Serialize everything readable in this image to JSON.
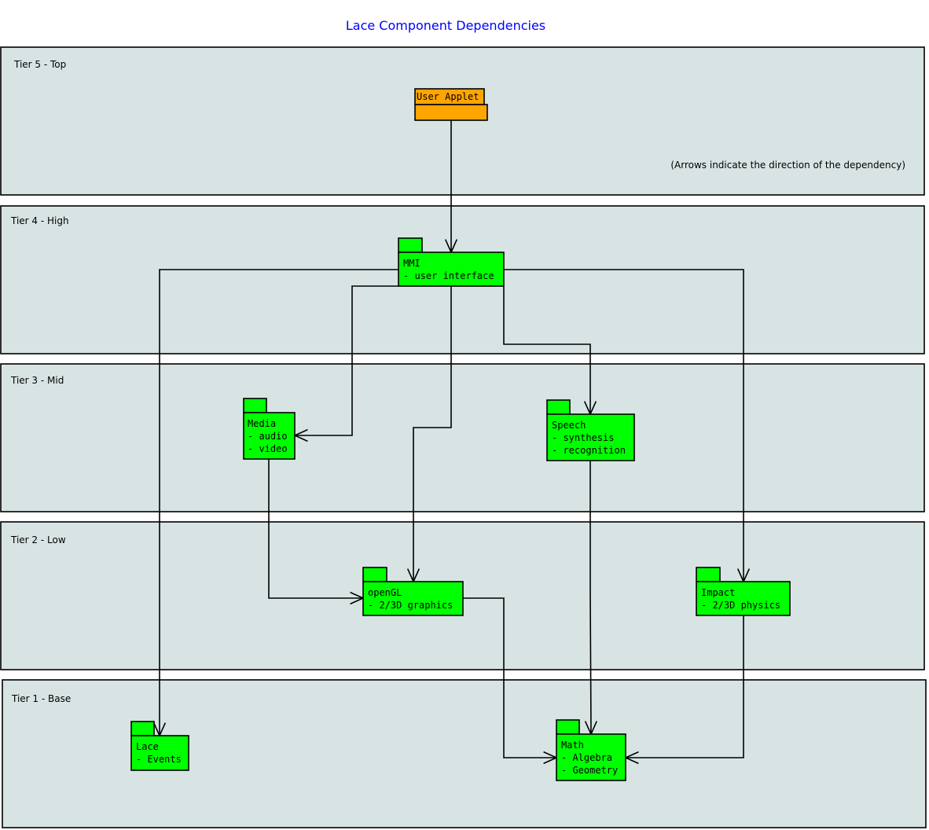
{
  "title": "Lace Component Dependencies",
  "note": "(Arrows indicate the direction of the dependency)",
  "tiers": [
    {
      "label": "Tier 5 - Top"
    },
    {
      "label": "Tier 4 - High"
    },
    {
      "label": "Tier 3 - Mid"
    },
    {
      "label": "Tier 2 - Low"
    },
    {
      "label": "Tier 1 - Base"
    }
  ],
  "packages": {
    "user_applet": {
      "lines": [
        "User Applet"
      ],
      "color": "#ffa500"
    },
    "mmi": {
      "lines": [
        "MMI",
        "- user interface"
      ],
      "color": "#00ff00"
    },
    "media": {
      "lines": [
        "Media",
        "- audio",
        "- video"
      ],
      "color": "#00ff00"
    },
    "speech": {
      "lines": [
        "Speech",
        "- synthesis",
        "- recognition"
      ],
      "color": "#00ff00"
    },
    "opengl": {
      "lines": [
        "openGL",
        "- 2/3D graphics"
      ],
      "color": "#00ff00"
    },
    "impact": {
      "lines": [
        "Impact",
        "- 2/3D physics"
      ],
      "color": "#00ff00"
    },
    "lace": {
      "lines": [
        "Lace",
        "- Events"
      ],
      "color": "#00ff00"
    },
    "math": {
      "lines": [
        "Math",
        "- Algebra",
        "- Geometry"
      ],
      "color": "#00ff00"
    }
  },
  "dependencies": [
    {
      "from": "User Applet",
      "to": "MMI"
    },
    {
      "from": "MMI",
      "to": "Lace"
    },
    {
      "from": "MMI",
      "to": "Media"
    },
    {
      "from": "MMI",
      "to": "openGL"
    },
    {
      "from": "MMI",
      "to": "Speech"
    },
    {
      "from": "MMI",
      "to": "Impact"
    },
    {
      "from": "Media",
      "to": "openGL"
    },
    {
      "from": "openGL",
      "to": "Math"
    },
    {
      "from": "Speech",
      "to": "Math"
    },
    {
      "from": "Impact",
      "to": "Math"
    }
  ]
}
